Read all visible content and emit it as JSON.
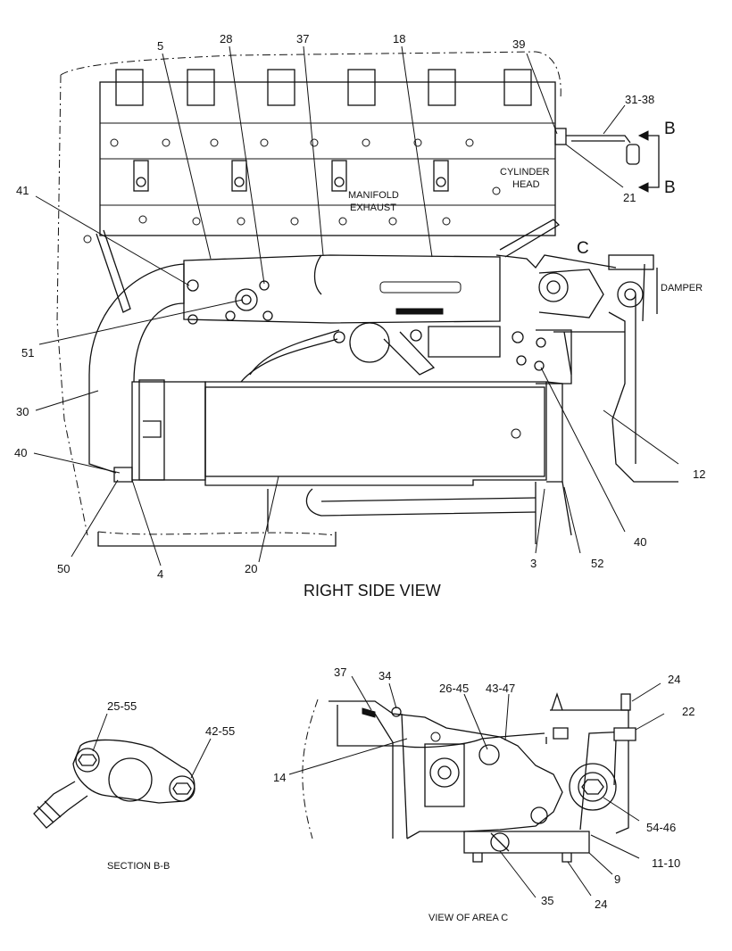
{
  "views": {
    "right_side": {
      "title": "RIGHT SIDE VIEW",
      "text_labels": {
        "cylinder_head_1": "CYLINDER",
        "cylinder_head_2": "HEAD",
        "manifold_1": "MANIFOLD",
        "manifold_2": "EXHAUST",
        "damper": "DAMPER",
        "area_c": "C",
        "section_b_top": "B",
        "section_b_bottom": "B"
      },
      "callouts": {
        "c5": "5",
        "c28": "28",
        "c37": "37",
        "c18": "18",
        "c39": "39",
        "c31_38": "31-38",
        "c21": "21",
        "c41": "41",
        "c51": "51",
        "c30": "30",
        "c40a": "40",
        "c50": "50",
        "c4": "4",
        "c20": "20",
        "c3": "3",
        "c52": "52",
        "c40b": "40",
        "c12": "12"
      }
    },
    "section_bb": {
      "title": "SECTION B-B",
      "callouts": {
        "c25_55": "25-55",
        "c42_55": "42-55"
      }
    },
    "area_c": {
      "title": "VIEW OF AREA C",
      "callouts": {
        "c37": "37",
        "c34": "34",
        "c26_45": "26-45",
        "c43_47": "43-47",
        "c24a": "24",
        "c22": "22",
        "c14": "14",
        "c54_46": "54-46",
        "c11_10": "11-10",
        "c9": "9",
        "c35": "35",
        "c24b": "24"
      }
    }
  }
}
